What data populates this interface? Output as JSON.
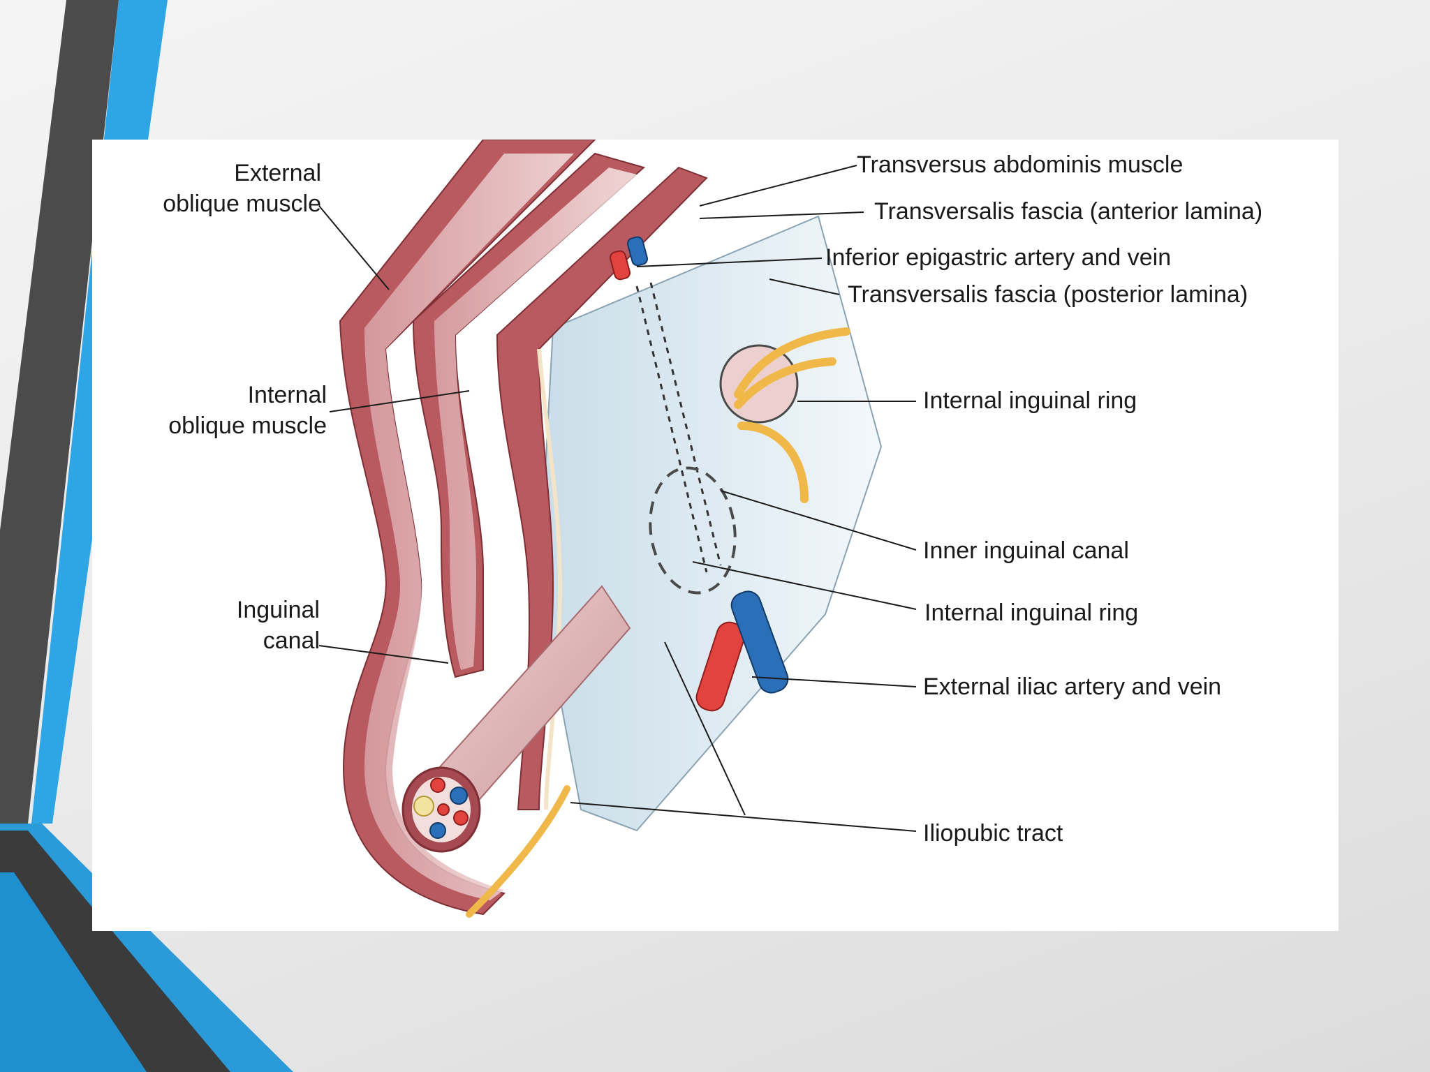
{
  "slide": {
    "accent_blue": "#2ea6e6",
    "accent_dark": "#4a4a4a"
  },
  "figure": {
    "labels_left": {
      "external_oblique": [
        "External",
        "oblique muscle"
      ],
      "internal_oblique": [
        "Internal",
        "oblique muscle"
      ],
      "inguinal_canal": [
        "Inguinal",
        "canal"
      ]
    },
    "labels_right": {
      "transversus_abdominis": "Transversus abdominis muscle",
      "transversalis_anterior": "Transversalis  fascia (anterior lamina)",
      "inferior_epigastric": "Inferior epigastric artery and vein",
      "transversalis_posterior": "Transversalis fascia (posterior lamina)",
      "internal_ring_1": "Internal inguinal ring",
      "inner_canal": "Inner inguinal canal",
      "internal_ring_2": "Internal inguinal ring",
      "external_iliac": "External iliac artery and vein",
      "iliopubic": "Iliopubic tract"
    },
    "colors": {
      "muscle": "#b85a60",
      "muscle_light": "#e8c4c4",
      "fascia": "#d6e6ef",
      "artery": "#e2433f",
      "vein": "#2a6fb7",
      "nerve": "#f0b848"
    }
  }
}
